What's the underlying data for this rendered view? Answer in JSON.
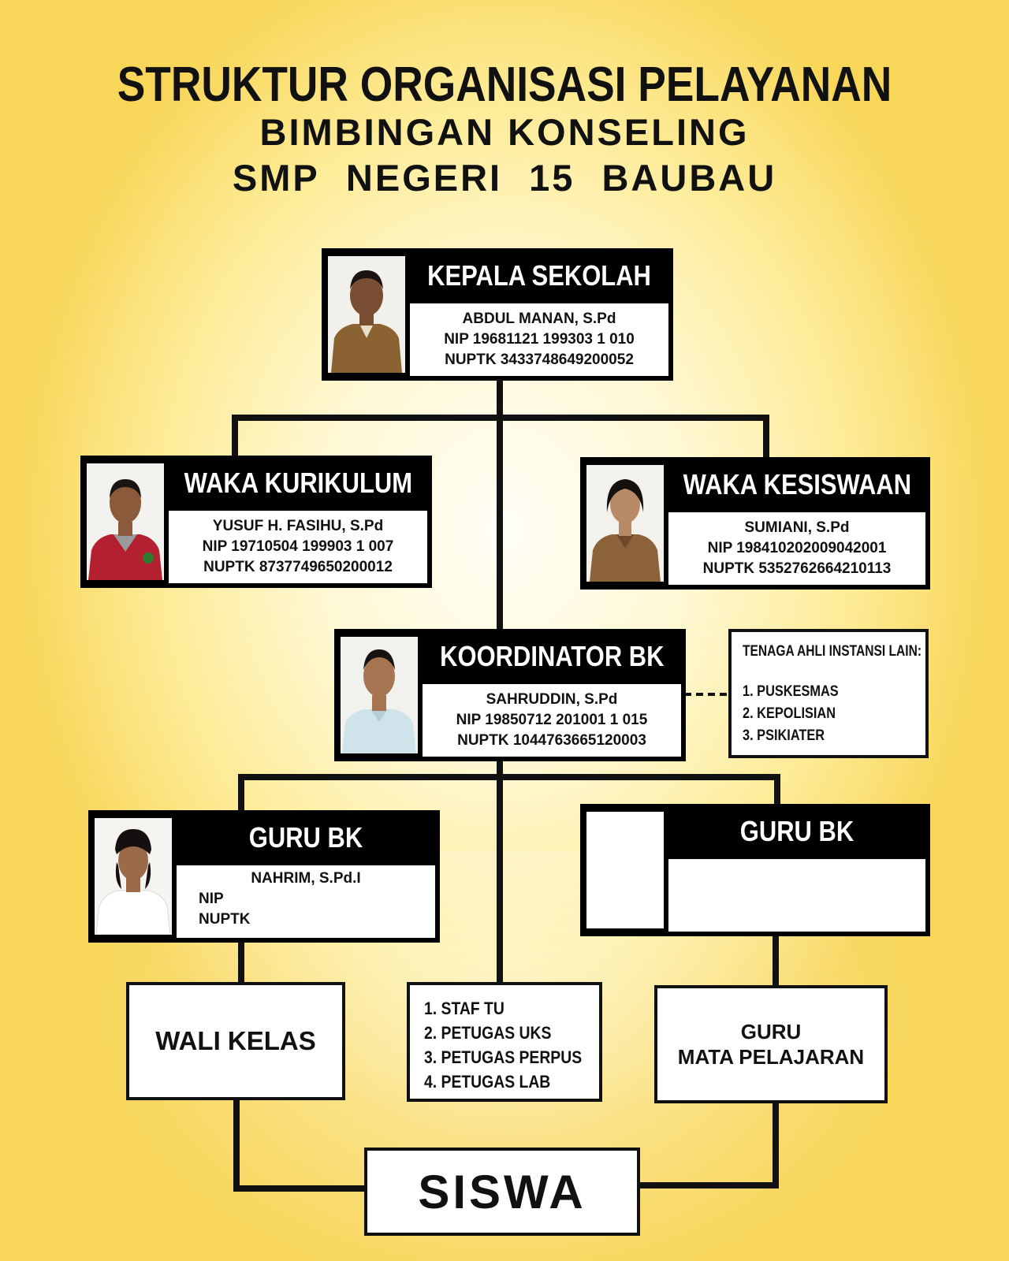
{
  "title": {
    "line1": "STRUKTUR ORGANISASI PELAYANAN",
    "line2": "BIMBINGAN KONSELING",
    "line3": "SMP  NEGERI  15  BAUBAU"
  },
  "kepala": {
    "role": "KEPALA SEKOLAH",
    "name": "ABDUL MANAN, S.Pd",
    "nip": "NIP 19681121 199303 1 010",
    "nuptk": "NUPTK 3433748649200052"
  },
  "waka_kurikulum": {
    "role": "WAKA KURIKULUM",
    "name": "YUSUF H. FASIHU, S.Pd",
    "nip": "NIP 19710504 199903 1 007",
    "nuptk": "NUPTK 8737749650200012"
  },
  "waka_kesiswaan": {
    "role": "WAKA KESISWAAN",
    "name": "SUMIANI, S.Pd",
    "nip": "NIP 198410202009042001",
    "nuptk": "NUPTK 5352762664210113"
  },
  "koordinator": {
    "role": "KOORDINATOR BK",
    "name": "SAHRUDDIN, S.Pd",
    "nip": "NIP 19850712 201001 1 015",
    "nuptk": "NUPTK 1044763665120003"
  },
  "tenaga_ahli": {
    "heading": "TENAGA AHLI INSTANSI LAIN:",
    "items": [
      "1. PUSKESMAS",
      "2. KEPOLISIAN",
      "3. PSIKIATER"
    ]
  },
  "guru_bk_1": {
    "role": "GURU BK",
    "name": "NAHRIM, S.Pd.I",
    "nip": "NIP",
    "nuptk": "NUPTK"
  },
  "guru_bk_2": {
    "role": "GURU BK"
  },
  "wali_kelas": "WALI KELAS",
  "staf": {
    "items": [
      "1. STAF TU",
      "2. PETUGAS UKS",
      "3. PETUGAS PERPUS",
      "4. PETUGAS LAB"
    ]
  },
  "guru_mapel": {
    "line1": "GURU",
    "line2": "MATA PELAJARAN"
  },
  "siswa": "SISWA",
  "colors": {
    "background_center": "#fffef6",
    "background_edge": "#f8d65a",
    "box_fill": "#000000",
    "text": "#111111"
  }
}
